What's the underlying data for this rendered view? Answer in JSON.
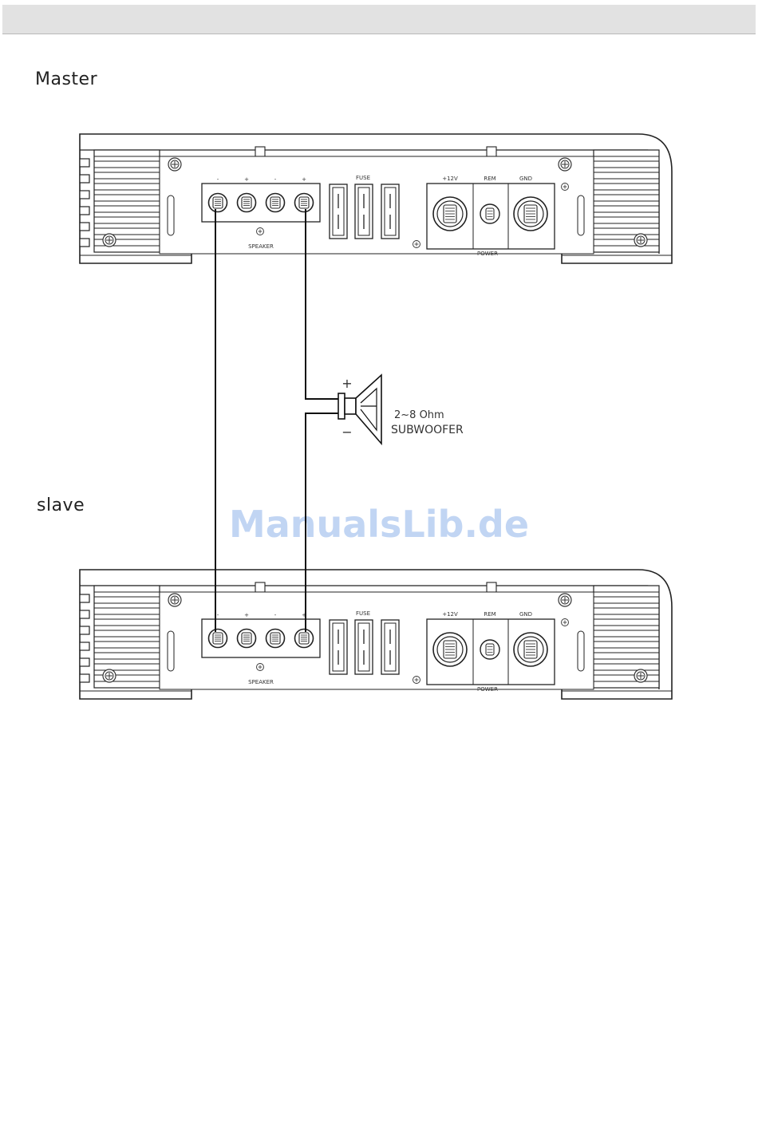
{
  "page": {
    "header_bar": ""
  },
  "labels": {
    "master": "Master",
    "slave": "slave"
  },
  "amplifier": {
    "speaker_terminals": [
      "-",
      "+",
      "-",
      "+"
    ],
    "speaker_label": "SPEAKER",
    "fuse_label": "FUSE",
    "power_terminals": [
      "+12V",
      "REM",
      "GND"
    ],
    "power_label": "POWER"
  },
  "subwoofer": {
    "plus": "+",
    "minus": "−",
    "impedance": "2~8 Ohm",
    "name": "SUBWOOFER"
  },
  "watermark": "ManualsLib.de"
}
